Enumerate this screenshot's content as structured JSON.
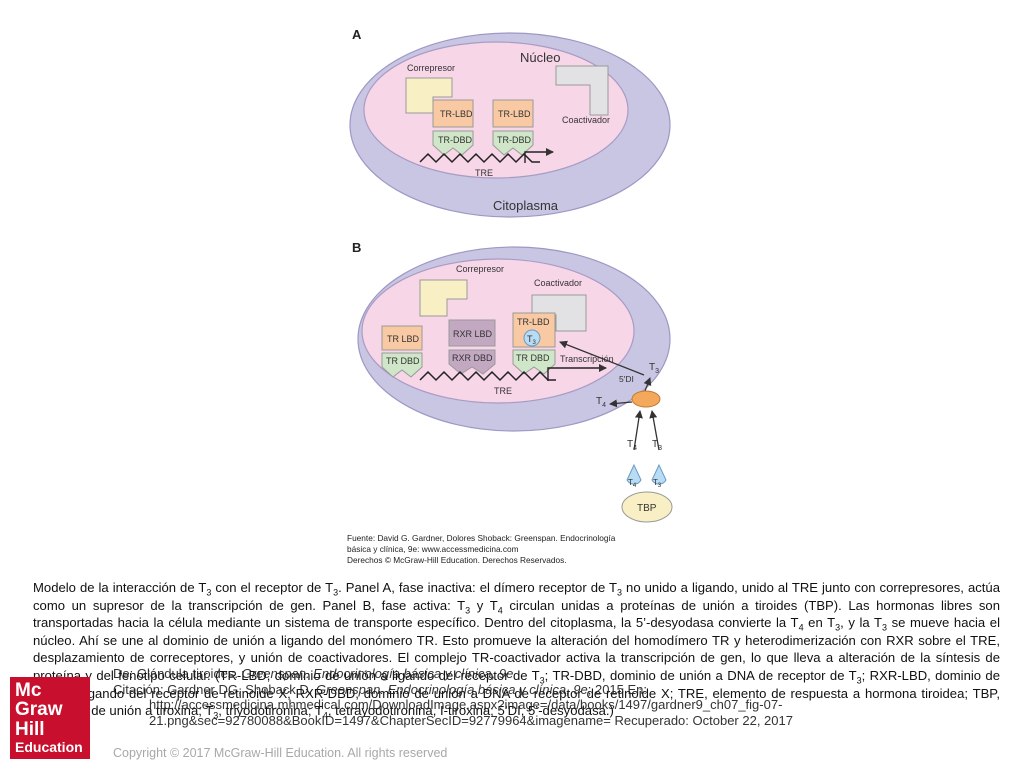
{
  "panel_a": {
    "label": "A",
    "nucleus": "Núcleo",
    "cytoplasm": "Citoplasma",
    "corepressor": "Correpresor",
    "coactivator": "Coactivador",
    "tr_lbd": "TR-LBD",
    "tr_dbd": "TR-DBD",
    "tre": "TRE"
  },
  "panel_b": {
    "label": "B",
    "corepressor": "Correpresor",
    "coactivator": "Coactivador",
    "tr_lbd": "TR LBD",
    "rxr_lbd": "RXR LBD",
    "tr_lbd_2": "TR-LBD",
    "t3_in_receptor": "T",
    "tr_dbd": "TR DBD",
    "rxr_dbd": "RXR DBD",
    "tr_dbd_2": "TR DBD",
    "transcription": "Transcripción",
    "tre": "TRE",
    "deiodinase": "5'DI",
    "t3": "T",
    "t4": "T",
    "t4_circ": "T",
    "t3_circ": "T",
    "t4_bound": "T",
    "t3_bound": "T",
    "tbp": "TBP"
  },
  "source": {
    "line1": "Fuente: David G. Gardner, Dolores Shoback: Greenspan. Endocrinología",
    "line2": "básica y clínica, 9e: www.accessmedicina.com",
    "line3": "Derechos © McGraw-Hill Education. Derechos Reservados."
  },
  "caption": {
    "p1": "Modelo de la interacción de T",
    "p2": " con el receptor de T",
    "p3": ". Panel A, fase inactiva: el dímero receptor de T",
    "p4": " no unido a ligando, unido al TRE junto con correpresores, actúa como un supresor de la transcripción de gen. Panel B, fase activa: T",
    "p5": " y T",
    "p6": " circulan unidas a proteínas de unión a tiroides (TBP). Las hormonas libres son transportadas hacia la célula mediante un sistema de transporte específico. Dentro del citoplasma, la 5’-desyodasa convierte la T",
    "p7": " en T",
    "p8": ", y la T",
    "p9": " se mueve hacia el núcleo. Ahí se une al dominio de unión a ligando del monómero TR. Esto promueve la alteración del homodímero TR y heterodimerización con RXR sobre el TRE, desplazamiento de correceptores, y unión de coactivadores. El complejo TR-coactivador activa la transcripción de gen, lo que lleva a alteración de la síntesis de proteína y del fenotipo celular. (TR-LBD, dominio de unión a ligando del receptor de T",
    "p10": "; TR-DBD, dominio de unión a DNA de receptor de T",
    "p11": "; RXR-LBD, dominio de unión a ligando del receptor de retinoide X; RXR-DBD, dominio de unión a DNA de receptor de retinoide X; TRE, elemento de respuesta a hormona tiroidea; TBP, proteínas de unión a tiroxina; T",
    "p12": ", triyodotironina; T",
    "p13": ", tetrayodotironina, I-tiroxina; 5’DI, 5’-desyodasa.)",
    "sub3": "3",
    "sub4": "4"
  },
  "citation": {
    "line1_a": "De: Glándula tiroides. ",
    "line1_b": "Greenspan. Endocrinología básica y clínica, 9e",
    "line2_a": "Citación: Gardner DG, Shoback D. ",
    "line2_b": "Greenspan. Endocrinología básica y clínica, 9e",
    "line2_c": "; 2015 En:",
    "line3": "http://accessmedicina.mhmedical.com/DownloadImage.aspx?image=/data/books/1497/gardner9_ch07_fig-07-",
    "line4": "21.png&sec=92780088&BookID=1497&ChapterSecID=92779964&imagename= Recuperado: October 22, 2017"
  },
  "copyright": "Copyright © 2017 McGraw-Hill Education. All rights reserved",
  "logo": {
    "line1": "Mc",
    "line2": "Graw",
    "line3": "Hill",
    "line4": "Education"
  },
  "colors": {
    "cell": "#c9c6e4",
    "nucleus": "#f7d6e8",
    "corepressor": "#f8f0c4",
    "coactivator": "#e2e2e4",
    "tr": "#f9c9a4",
    "rxr": "#c3a8c2",
    "dbd": "#cfe6c8",
    "t_bubble": "#b8dcf3",
    "deiodinase": "#f4a85c",
    "tbp": "#f8f0c4",
    "logo": "#c8102e"
  }
}
